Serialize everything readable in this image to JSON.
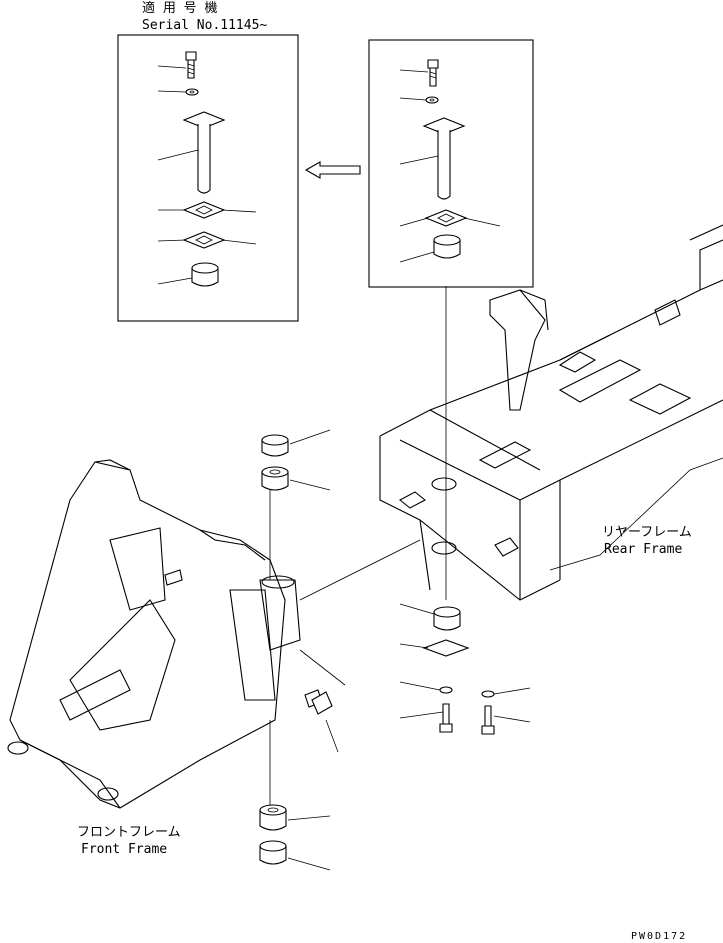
{
  "inset_title_jp": "適 用 号 機",
  "inset_title_serial": "Serial No.11145~",
  "rear_frame": {
    "jp": "リヤーフレーム",
    "en": "Rear Frame"
  },
  "front_frame": {
    "jp": "フロントフレーム",
    "en": "Front Frame"
  },
  "drawing_code": "PW0D172"
}
